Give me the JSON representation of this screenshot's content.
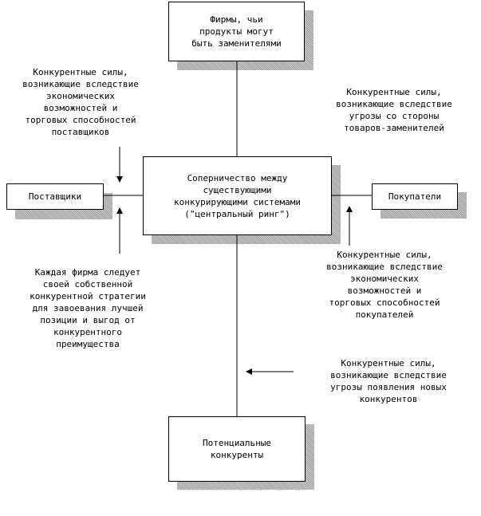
{
  "boxes": {
    "substitutes": "Фирмы, чьи\nпродукты могут\nбыть заменителями",
    "suppliers": "Поставщики",
    "central": "Соперничество между\nсуществующими\nконкурирующими системами\n(\"центральный ринг\")",
    "buyers": "Покупатели",
    "potential": "Потенциальные\nконкуренты"
  },
  "labels": {
    "suppliers_force": "Конкурентные силы,\nвозникающие вследствие\nэкономических\nвозможностей и\nторговых способностей\nпоставщиков",
    "substitutes_force": "Конкурентные силы,\nвозникающие вследствие\nугрозы со стороны\nтоваров-заменителей",
    "firm_strategy": "Каждая фирма следует\nсвоей собственной\nконкурентной стратегии\nдля завоевания лучшей\nпозиции и выгод от\nконкурентного\nпреимущества",
    "buyers_force": "Конкурентные силы,\nвозникающие вследствие\nэкономических\nвозможностей и\nторговых способностей\nпокупателей",
    "entrants_force": "Конкурентные силы,\nвозникающие вследствие\nугрозы появления новых\nконкурентов"
  }
}
